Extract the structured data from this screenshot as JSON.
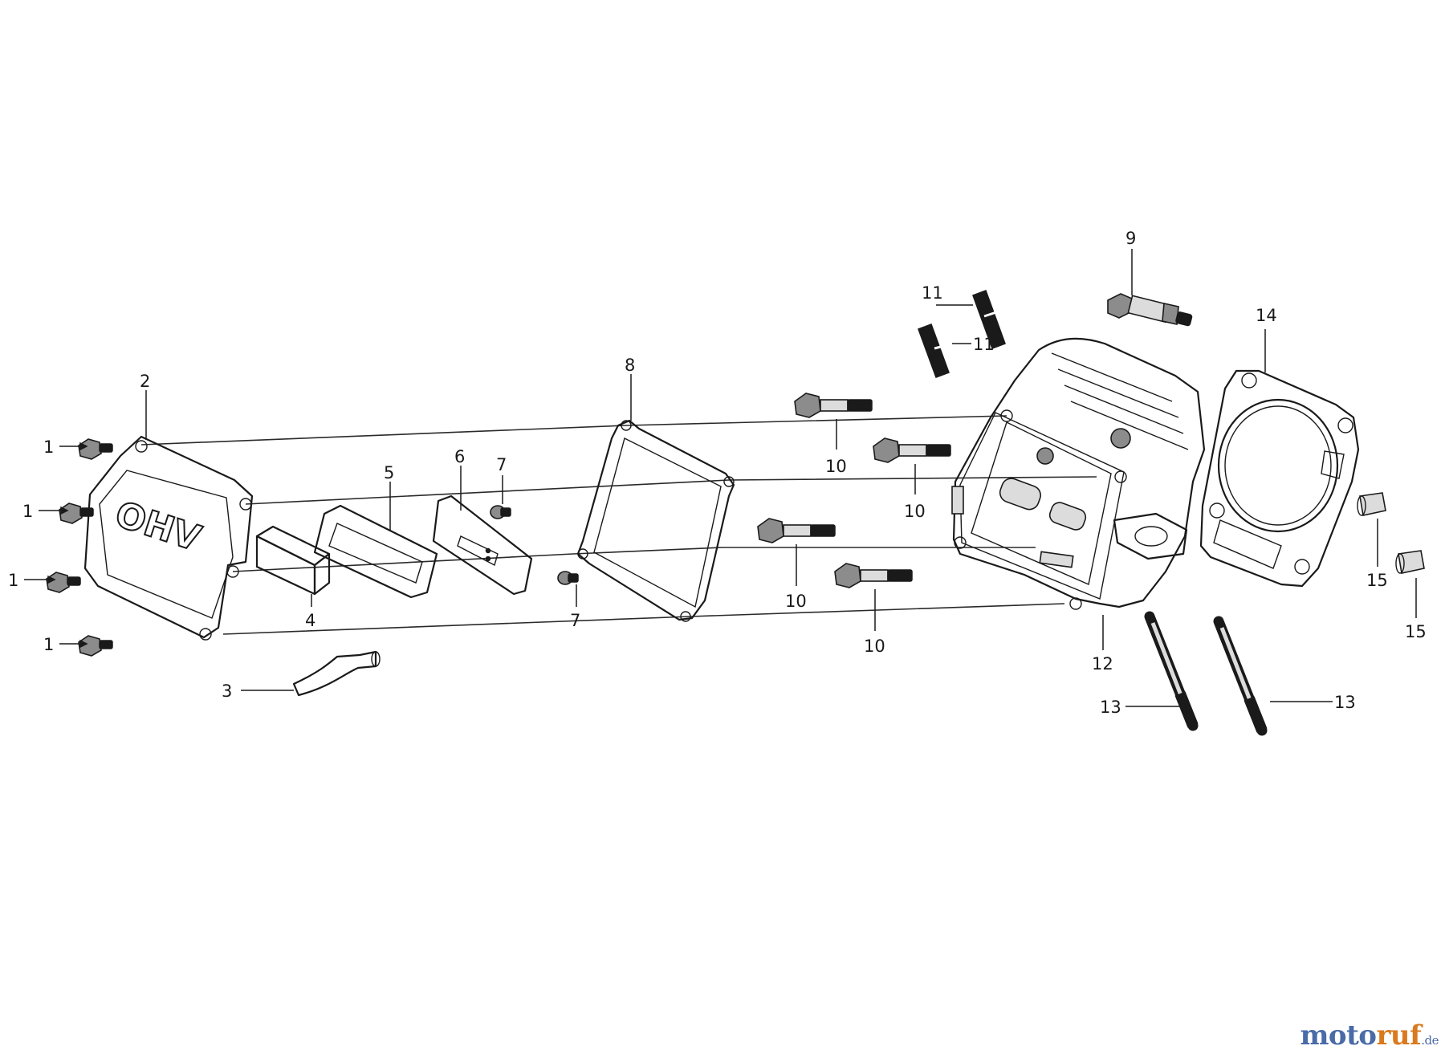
{
  "diagram": {
    "type": "exploded-parts-diagram",
    "cover_text": "OHV",
    "callouts": [
      {
        "key": "c1a",
        "label": "1"
      },
      {
        "key": "c1b",
        "label": "1"
      },
      {
        "key": "c1c",
        "label": "1"
      },
      {
        "key": "c1d",
        "label": "1"
      },
      {
        "key": "c2",
        "label": "2"
      },
      {
        "key": "c3",
        "label": "3"
      },
      {
        "key": "c4",
        "label": "4"
      },
      {
        "key": "c5",
        "label": "5"
      },
      {
        "key": "c6",
        "label": "6"
      },
      {
        "key": "c7a",
        "label": "7"
      },
      {
        "key": "c7b",
        "label": "7"
      },
      {
        "key": "c8",
        "label": "8"
      },
      {
        "key": "c9",
        "label": "9"
      },
      {
        "key": "c10a",
        "label": "10"
      },
      {
        "key": "c10b",
        "label": "10"
      },
      {
        "key": "c10c",
        "label": "10"
      },
      {
        "key": "c10d",
        "label": "10"
      },
      {
        "key": "c11a",
        "label": "11"
      },
      {
        "key": "c11b",
        "label": "11"
      },
      {
        "key": "c12",
        "label": "12"
      },
      {
        "key": "c13a",
        "label": "13"
      },
      {
        "key": "c13b",
        "label": "13"
      },
      {
        "key": "c14",
        "label": "14"
      },
      {
        "key": "c15a",
        "label": "15"
      },
      {
        "key": "c15b",
        "label": "15"
      }
    ]
  },
  "watermark": {
    "part_a": "moto",
    "part_b": "ruf",
    "part_c": ".de"
  }
}
